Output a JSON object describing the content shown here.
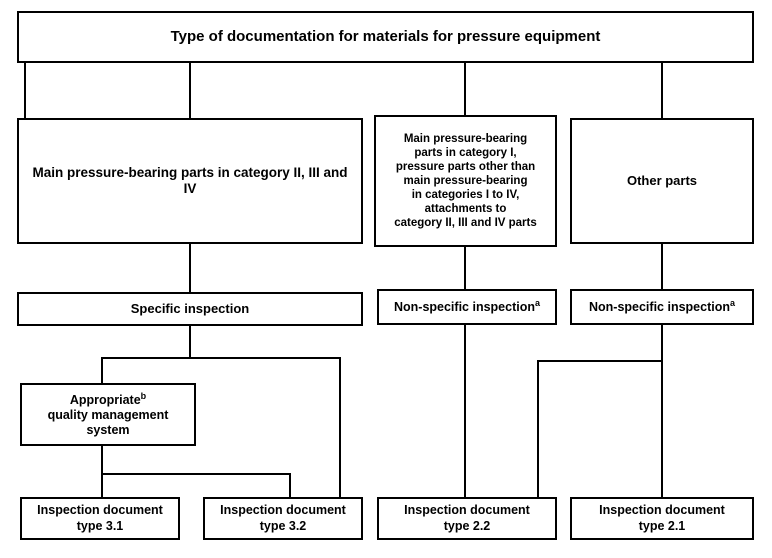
{
  "diagram": {
    "title": "Type of documentation for materials for pressure equipment",
    "nodes": {
      "title": "Type of documentation for materials for pressure equipment",
      "main_parts_ii_iii_iv": "Main pressure-bearing parts in category II, III and IV",
      "main_parts_category_i": "Main pressure-bearing\nparts in category I,\npressure parts other than\nmain pressure-bearing\nin categories I to IV,\nattachments to\ncategory II, III and IV parts",
      "other_parts": "Other parts",
      "specific_inspection": "Specific inspection",
      "non_specific_inspection_left": "Non-specific inspection",
      "non_specific_inspection_right": "Non-specific inspection",
      "qms_line1": "Appropriate",
      "qms_line2": "quality management",
      "qms_line3": "system",
      "doc_31": "Inspection document\ntype 3.1",
      "doc_32": "Inspection document\ntype 3.2",
      "doc_22": "Inspection document\ntype 2.2",
      "doc_21": "Inspection document\ntype 2.1"
    },
    "footnote_markers": {
      "non_specific_left": "a",
      "non_specific_right": "a",
      "qms": "b"
    },
    "colors": {
      "line": "#000000",
      "background": "#ffffff",
      "text": "#000000"
    }
  }
}
